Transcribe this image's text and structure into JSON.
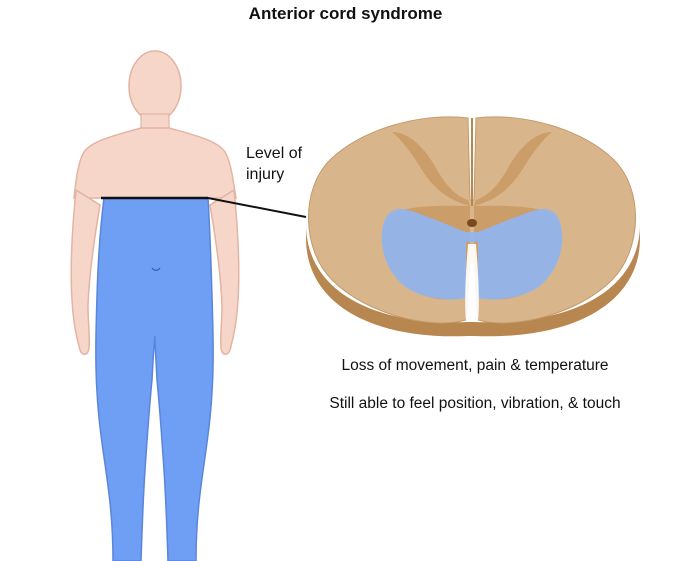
{
  "title": "Anterior cord syndrome",
  "level_label_line1": "Level of",
  "level_label_line2": "injury",
  "captions": [
    "Loss of movement, pain & temperature",
    "Still able to feel position, vibration, & touch"
  ],
  "colors": {
    "skin": "#f7d6ca",
    "skin_outline": "#e3b3a3",
    "affected_blue": "#6f9ef5",
    "affected_outline": "#5a86d8",
    "cord_white_matter": "#d9b58c",
    "cord_gray_matter": "#c89a63",
    "cord_affected": "#8fb5f2",
    "cord_edge": "#b8864f"
  }
}
